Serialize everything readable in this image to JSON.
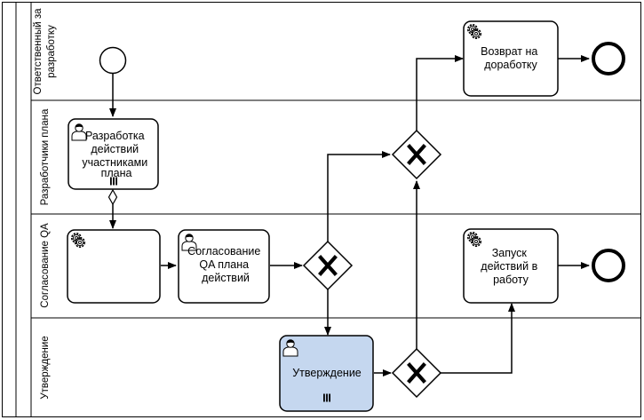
{
  "lanes": [
    {
      "label_line1": "Ответственный за",
      "label_line2": "разработку"
    },
    {
      "label_line1": "Разработчики плана",
      "label_line2": ""
    },
    {
      "label_line1": "Согласование QA",
      "label_line2": ""
    },
    {
      "label_line1": "Утверждение",
      "label_line2": ""
    }
  ],
  "tasks": {
    "develop": {
      "lines": [
        "Разработка",
        "действий",
        "участниками",
        "плана"
      ],
      "type": "user",
      "marker": "parallel-multi-instance"
    },
    "service_blank": {
      "lines": [],
      "type": "service"
    },
    "qa_approval": {
      "lines": [
        "Согласование",
        "QA плана",
        "действий"
      ],
      "type": "user"
    },
    "approval": {
      "lines": [
        "Утверждение"
      ],
      "type": "user",
      "marker": "parallel-multi-instance",
      "fill": "#c5d7ef"
    },
    "return": {
      "lines": [
        "Возврат на",
        "доработку"
      ],
      "type": "service"
    },
    "launch": {
      "lines": [
        "Запуск",
        "действий в",
        "работу"
      ],
      "type": "service"
    }
  },
  "icons": {
    "user_task": "user-icon",
    "service_task": "gear-icon",
    "gateway": "exclusive-gateway-x-icon",
    "multi_instance": "parallel-multi-instance-icon"
  },
  "colors": {
    "stroke": "#000000",
    "approval_fill": "#c5d7ef",
    "background": "#ffffff"
  }
}
